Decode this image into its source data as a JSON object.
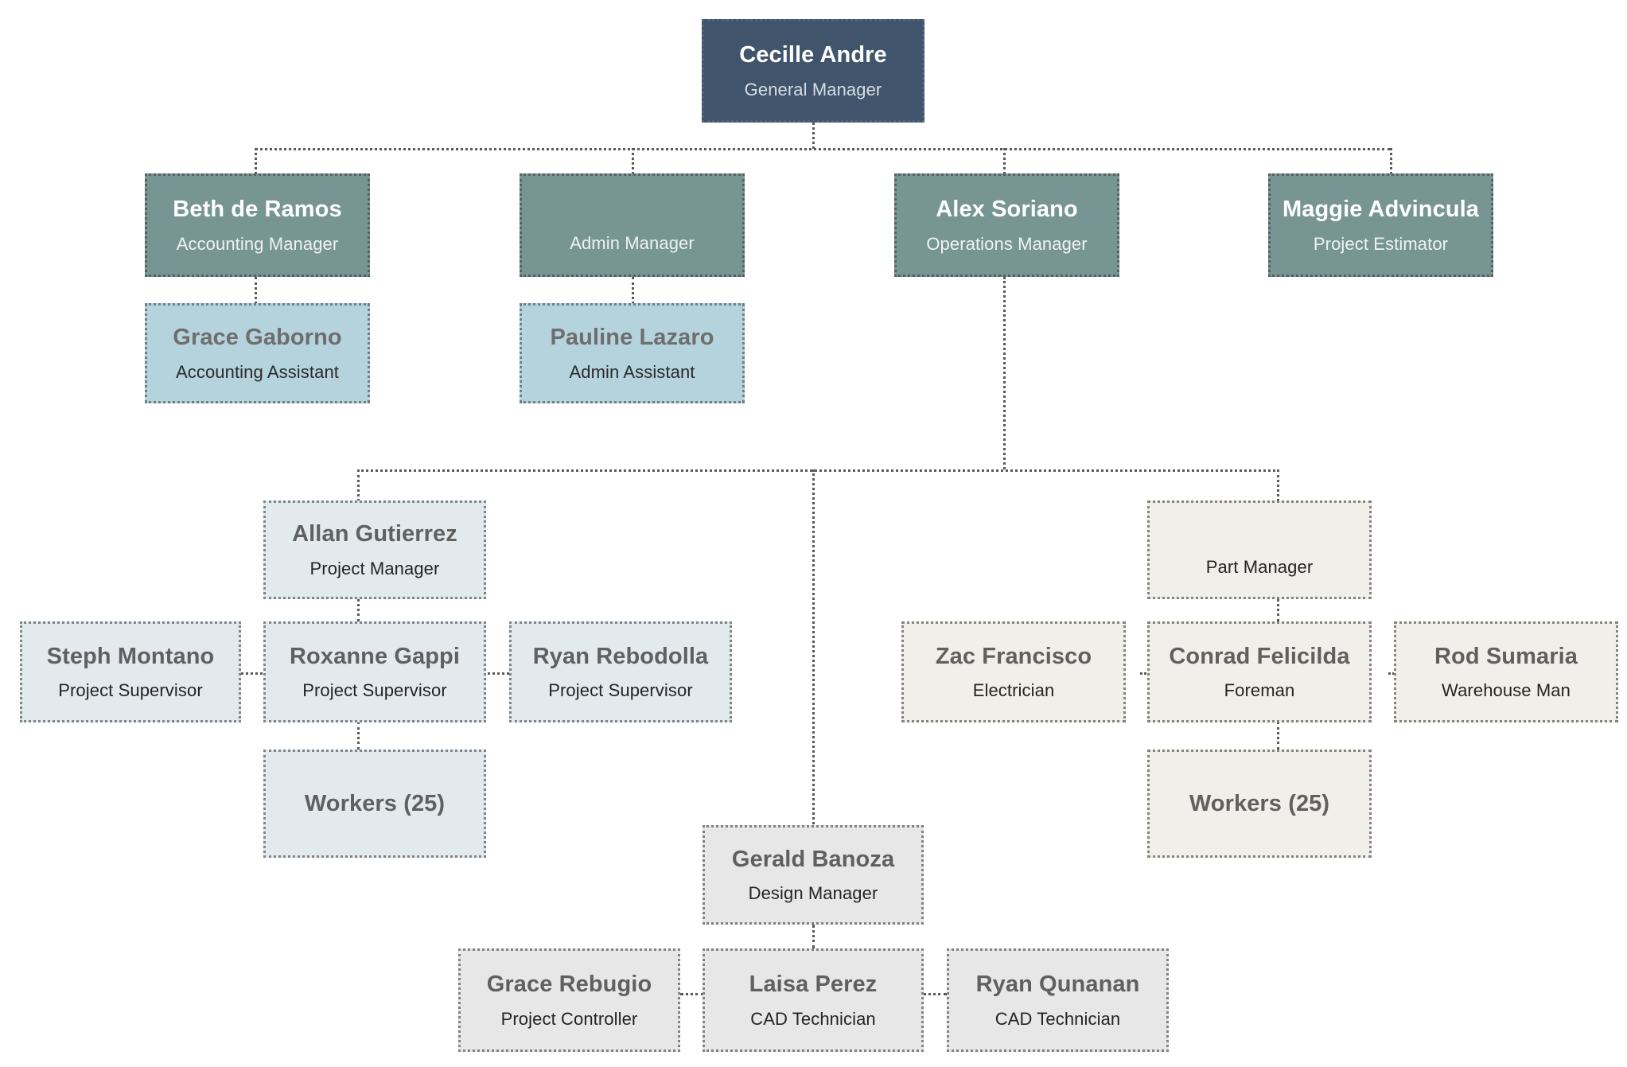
{
  "chart": {
    "type": "org-chart",
    "title": "Company Organizational Chart",
    "background_color": "#ffffff",
    "connector_color": "#595959",
    "connector_style": "dotted",
    "level_colors": {
      "general_manager": "#40556b",
      "manager": "#779693",
      "assistant": "#b4d3dc",
      "project": "#e2eaee",
      "operations": "#f1efe9",
      "design": "#e7e7e7"
    }
  },
  "nodes": {
    "root": {
      "name": "Cecille Andre",
      "title": "General Manager"
    },
    "accounting_manager": {
      "name": "Beth de Ramos",
      "title": "Accounting Manager"
    },
    "admin_manager": {
      "name": "",
      "title": "Admin Manager"
    },
    "operations_manager": {
      "name": "Alex Soriano",
      "title": "Operations Manager"
    },
    "project_estimator": {
      "name": "Maggie Advincula",
      "title": "Project Estimator"
    },
    "accounting_assistant": {
      "name": "Grace Gaborno",
      "title": "Accounting Assistant"
    },
    "admin_assistant": {
      "name": "Pauline Lazaro",
      "title": "Admin Assistant"
    },
    "project_manager": {
      "name": "Allan Gutierrez",
      "title": "Project Manager"
    },
    "supervisor_1": {
      "name": "Steph Montano",
      "title": "Project Supervisor"
    },
    "supervisor_2": {
      "name": "Roxanne Gappi",
      "title": "Project Supervisor"
    },
    "supervisor_3": {
      "name": "Ryan Rebodolla",
      "title": "Project Supervisor"
    },
    "project_workers": {
      "name": "Workers (25)",
      "title": ""
    },
    "part_manager": {
      "name": "",
      "title": "Part Manager"
    },
    "electrician": {
      "name": "Zac Francisco",
      "title": "Electrician"
    },
    "foreman": {
      "name": "Conrad Felicilda",
      "title": "Foreman"
    },
    "warehouse_man": {
      "name": "Rod Sumaria",
      "title": "Warehouse Man"
    },
    "ops_workers": {
      "name": "Workers (25)",
      "title": ""
    },
    "design_manager": {
      "name": "Gerald Banoza",
      "title": "Design Manager"
    },
    "project_controller": {
      "name": "Grace Rebugio",
      "title": "Project Controller"
    },
    "cad_technician_1": {
      "name": "Laisa Perez",
      "title": "CAD Technician"
    },
    "cad_technician_2": {
      "name": "Ryan Qunanan",
      "title": "CAD Technician"
    }
  }
}
